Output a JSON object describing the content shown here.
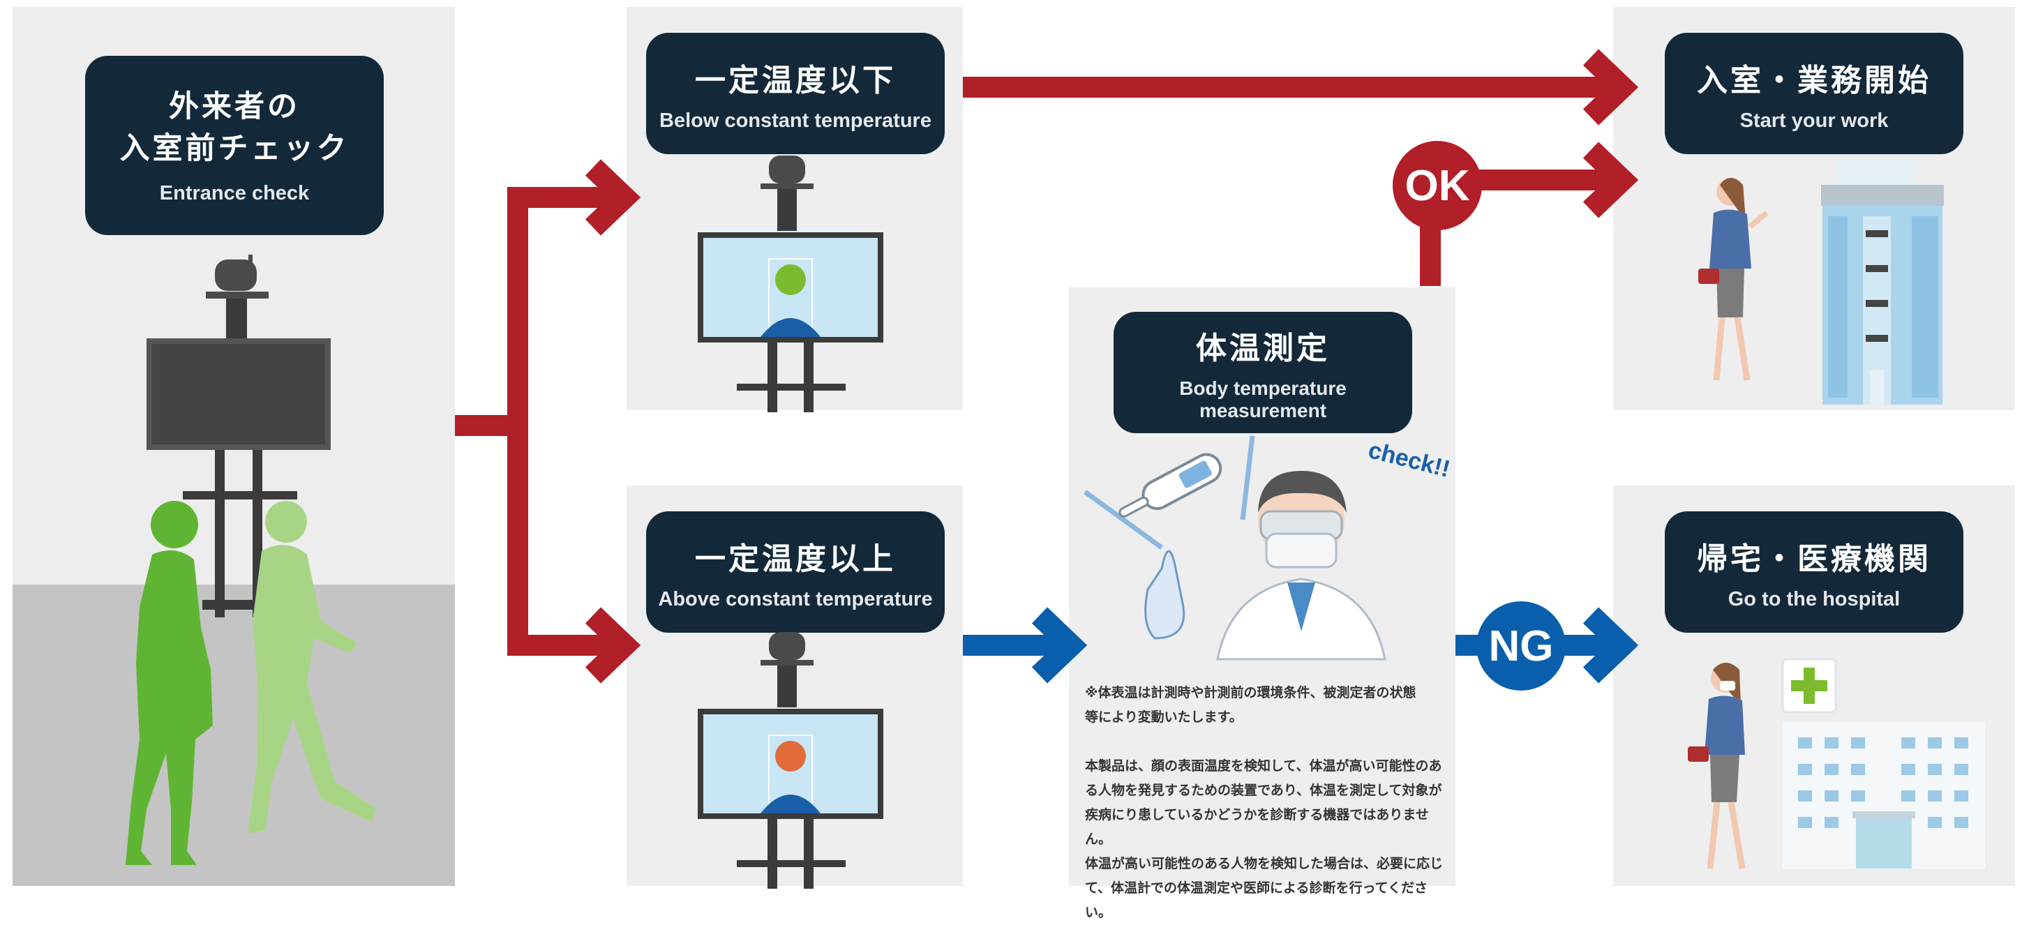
{
  "entrance": {
    "jp_line1": "外来者の",
    "jp_line2": "入室前チェック",
    "en": "Entrance check"
  },
  "below": {
    "jp": "一定温度以下",
    "en": "Below constant temperature"
  },
  "above": {
    "jp": "一定温度以上",
    "en": "Above constant temperature"
  },
  "measure": {
    "jp": "体温測定",
    "en": "Body temperature measurement",
    "check": "check!!"
  },
  "start": {
    "jp": "入室・業務開始",
    "en": "Start your work"
  },
  "hospital": {
    "jp": "帰宅・医療機関",
    "en": "Go to the hospital"
  },
  "badges": {
    "ok": "OK",
    "ng": "NG"
  },
  "notes": {
    "n1": "※体表温は計測時や計測前の環境条件、被測定者の状態",
    "n2": "等により変動いたします。",
    "n3": "本製品は、顔の表面温度を検知して、体温が高い可能性のあ",
    "n4": "る人物を発見するための装置であり、体温を測定して対象が",
    "n5": "疾病にり患しているかどうかを診断する機器ではありません。",
    "n6": "体温が高い可能性のある人物を検知した場合は、必要に応じ",
    "n7": "て、体温計での体温測定や医師による診断を行ってください。"
  },
  "colors": {
    "red": "#b11f28",
    "blue": "#0a5fad",
    "navy": "#13293a",
    "panel": "#eeeeee"
  },
  "icons": [
    "thermal-camera-kiosk",
    "visitor-silhouettes",
    "thermometer",
    "doctor",
    "office-building",
    "hospital-building",
    "office-worker",
    "masked-worker"
  ]
}
